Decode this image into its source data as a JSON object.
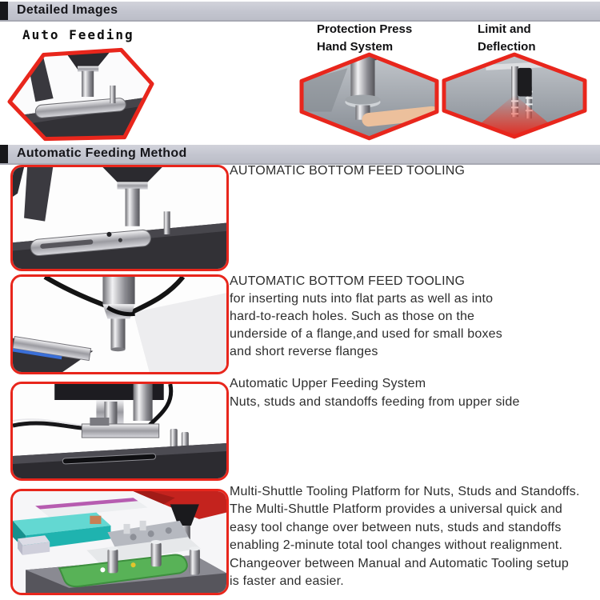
{
  "colors": {
    "accent_red": "#e8261c",
    "header_bar_bg": "#c3c5cf",
    "header_bar_cap": "#17171a",
    "header_text": "#16161a",
    "body_text": "#2d2d2d",
    "page_bg": "#ffffff",
    "photo_gray_bg": "#9aa0a8",
    "cad_teal": "#2fbcb6",
    "cad_green": "#58b257",
    "cad_red": "#c4231e"
  },
  "headers": {
    "detailed_images": "Detailed Images",
    "automatic_feeding_method": "Automatic Feeding Method"
  },
  "top_section": {
    "auto_feeding_label": "Auto Feeding",
    "protection_label": [
      "Protection Press",
      "Hand System"
    ],
    "limit_label": [
      "Limit and",
      "Deflection"
    ],
    "hex_images": [
      "auto-feeding-machine-photo",
      "protection-press-hand-photo",
      "limit-deflection-sensor-photo"
    ]
  },
  "rows": [
    {
      "image": "automatic-bottom-feed-tooling-photo",
      "text": [
        "AUTOMATIC BOTTOM FEED TOOLING"
      ]
    },
    {
      "image": "bottom-feed-tooling-closeup-photo",
      "text": [
        "AUTOMATIC BOTTOM FEED TOOLING",
        "for inserting nuts into flat parts as well as into",
        "hard-to-reach holes. Such as those on the",
        "underside of a flange,and used for small boxes",
        "and short reverse flanges"
      ]
    },
    {
      "image": "upper-feeding-system-photo",
      "text": [
        "Automatic Upper Feeding System",
        "Nuts, studs and standoffs feeding from upper side"
      ]
    },
    {
      "image": "multi-shuttle-platform-cad-render",
      "text": [
        "Multi-Shuttle Tooling Platform for Nuts, Studs and Standoffs.",
        "The Multi-Shuttle Platform provides a universal quick and",
        "easy tool change over between nuts, studs and standoffs",
        "enabling 2-minute total tool changes without realignment.",
        "Changeover between Manual and Automatic Tooling setup",
        "is faster and easier."
      ]
    }
  ]
}
